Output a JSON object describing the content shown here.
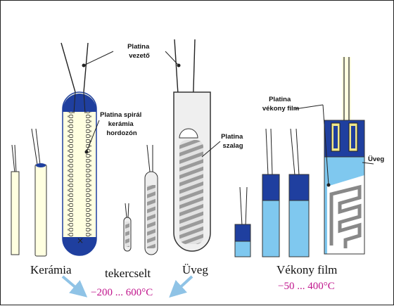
{
  "labels": {
    "platina_vezeto": [
      "Platina",
      "vezető"
    ],
    "platina_spiral": [
      "Platina spirál",
      "kerámia",
      "hordozón"
    ],
    "platina_szalag": [
      "Platina",
      "szalag"
    ],
    "platina_vekony_film": [
      "Platina",
      "vékony film"
    ],
    "uveg_label": "Üveg"
  },
  "captions": {
    "keramia": "Kerámia",
    "tekercselt": "tekercselt",
    "uveg": "Üveg",
    "vekony_film": "Vékony film"
  },
  "ranges": {
    "wound": "−200 ... 600°C",
    "thin_film": "−50 ... 400°C"
  },
  "colors": {
    "blue_dark": "#1f3f9f",
    "blue_light": "#7fc8ef",
    "cream": "#ffffe0",
    "arrow": "#8fc3e6",
    "range_text": "#c0148c"
  }
}
